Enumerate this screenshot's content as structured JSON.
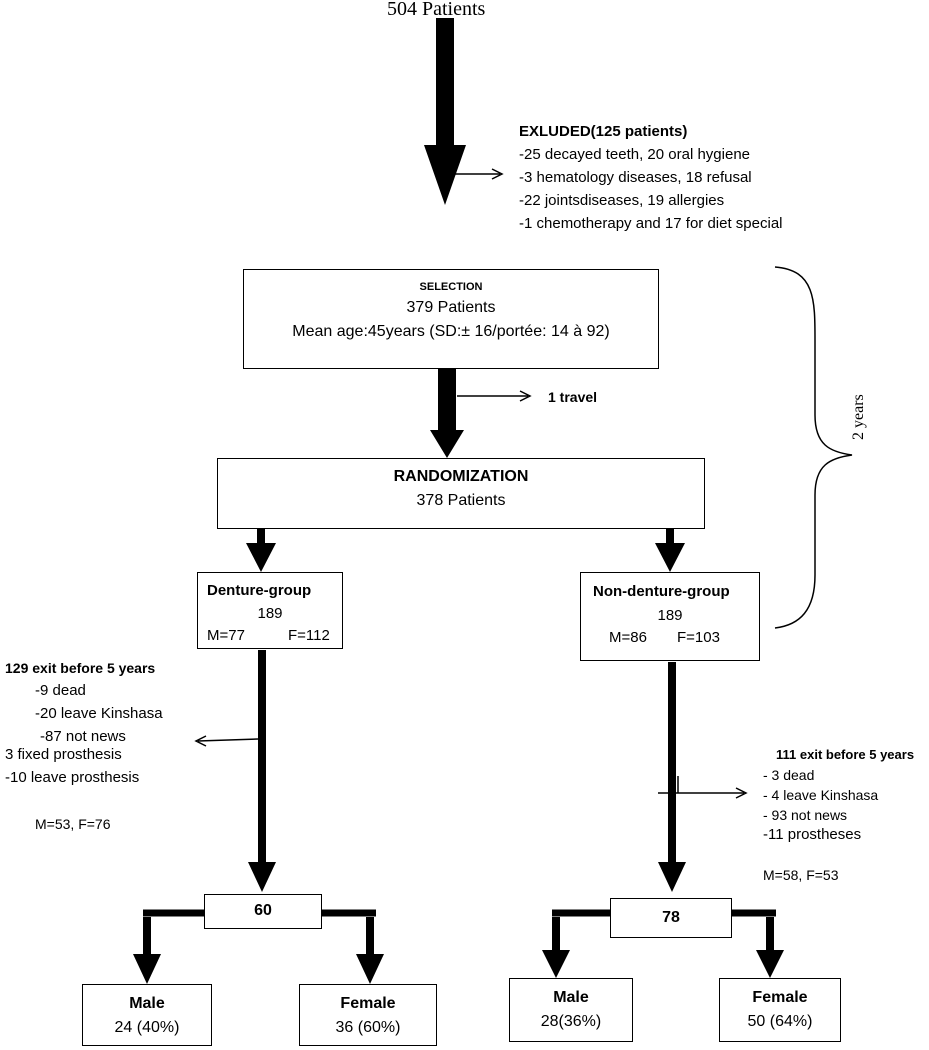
{
  "top_label": "504 Patients",
  "excluded": {
    "title": "EXLUDED(125 patients)",
    "lines": [
      "-25 decayed teeth, 20 oral hygiene",
      "-3 hematology diseases, 18 refusal",
      "-22 jointsdiseases, 19 allergies",
      "-1 chemotherapy and 17 for diet special"
    ]
  },
  "selection": {
    "title": "SELECTION",
    "count": "379 Patients",
    "age": "Mean age:45years (SD:± 16/portée: 14 à 92)"
  },
  "travel_exit": "1 travel",
  "randomization": {
    "title": "RANDOMIZATION",
    "count": "378 Patients"
  },
  "period_label": "2 years",
  "denture_group": {
    "title": "Denture-group",
    "count": "189",
    "m": "M=77",
    "f": "F=112"
  },
  "non_denture_group": {
    "title": "Non-denture-group",
    "count": "189",
    "m": "M=86",
    "f": "F=103"
  },
  "left_exit": {
    "title": "129 exit before 5 years",
    "lines": [
      "-9 dead",
      "-20 leave Kinshasa",
      "-87 not news",
      "3 fixed prosthesis",
      "-10 leave prosthesis"
    ],
    "sex": "M=53, F=76"
  },
  "right_exit": {
    "title": "111 exit before 5 years",
    "lines": [
      "- 3 dead",
      "- 4 leave Kinshasa",
      "- 93 not news",
      "-11 prostheses"
    ],
    "sex": "M=58, F=53"
  },
  "left_final": {
    "count": "60",
    "male_label": "Male",
    "male_value": "24 (40%)",
    "female_label": "Female",
    "female_value": "36 (60%)"
  },
  "right_final": {
    "count": "78",
    "male_label": "Male",
    "male_value": "28(36%)",
    "female_label": "Female",
    "female_value": "50 (64%)"
  }
}
